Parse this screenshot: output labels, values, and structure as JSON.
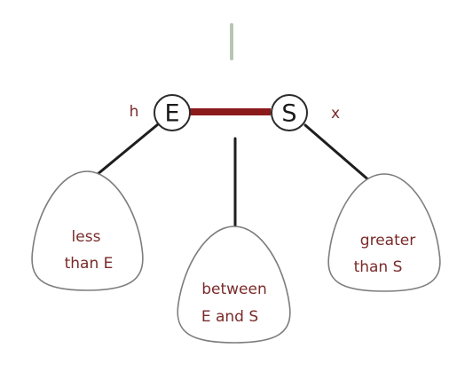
{
  "diagram": {
    "colors": {
      "red_link": "#8b1a1a",
      "black_link": "#1e1e1e",
      "label": "#7a2a2a",
      "parent_link": "#b8c6b2"
    },
    "nodes": {
      "left": {
        "key": "E",
        "var": "h"
      },
      "right": {
        "key": "S",
        "var": "x"
      }
    },
    "subtrees": {
      "left": {
        "line1": "less",
        "line2": "than E"
      },
      "middle": {
        "line1": "between",
        "line2": "E and S"
      },
      "right": {
        "line1": "greater",
        "line2": "than S"
      }
    }
  }
}
